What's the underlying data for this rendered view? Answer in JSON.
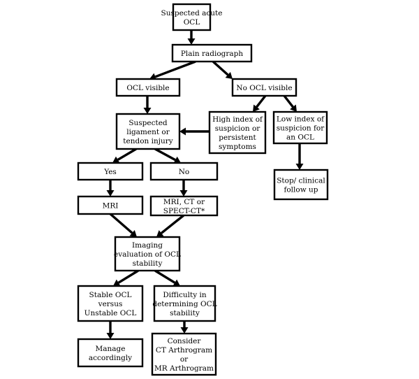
{
  "diagram": {
    "nodes": {
      "suspected_acute": [
        "Suspected acute",
        "OCL"
      ],
      "plain_radiograph": [
        "Plain radiograph"
      ],
      "ocl_visible": [
        "OCL visible"
      ],
      "no_ocl_visible": [
        "No OCL visible"
      ],
      "suspected_ligament": [
        "Suspected",
        "ligament or",
        "tendon injury"
      ],
      "high_index": [
        "High index of",
        "suspicion or",
        "persistent",
        "symptoms"
      ],
      "low_index": [
        "Low index of",
        "suspicion for",
        "an OCL"
      ],
      "yes": [
        "Yes"
      ],
      "no": [
        "No"
      ],
      "stop_followup": [
        "Stop/ clinical",
        "follow up"
      ],
      "mri": [
        "MRI"
      ],
      "mri_ct_spect": [
        "MRI, CT or",
        "SPECT-CT*"
      ],
      "imaging_eval": [
        "Imaging",
        "evaluation of OCL",
        "stability"
      ],
      "stable_unstable": [
        "Stable OCL",
        "versus",
        "Unstable OCL"
      ],
      "difficulty": [
        "Difficulty in",
        "determining OCL",
        "stability"
      ],
      "manage": [
        "Manage",
        "accordingly"
      ],
      "consider_arthrogram": [
        "Consider",
        "CT Arthrogram",
        "or",
        "MR Arthrogram"
      ]
    }
  }
}
